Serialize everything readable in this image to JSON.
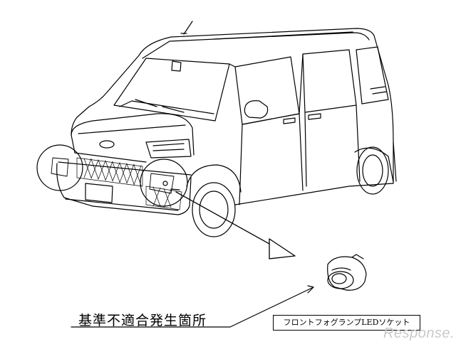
{
  "callout": {
    "location_label": "基準不適合発生箇所"
  },
  "part": {
    "name_label": "フロントフォグランプLEDソケット"
  },
  "watermark": {
    "text": "Response."
  },
  "colors": {
    "line": "#000000",
    "background": "#ffffff",
    "watermark": "#c9c9c9"
  }
}
